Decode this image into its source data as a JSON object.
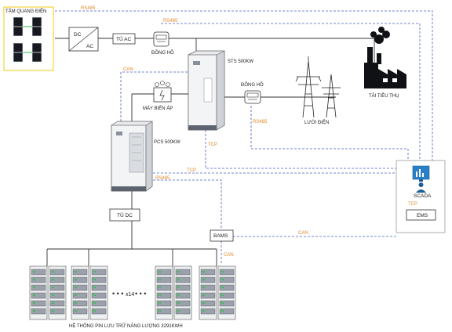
{
  "nodes": {
    "pv": "TẤM QUANG ĐIỆN",
    "dcac_dc": "DC",
    "dcac_ac": "AC",
    "tu_ac": "TỦ AC",
    "meter_top": "ĐỒNG HỒ",
    "sts": "STS 500KW",
    "meter_right": "ĐỒNG HỒ",
    "load": "TẢI TIÊU THỤ",
    "transformer": "MÁY BIẾN ÁP",
    "grid": "LƯỚI ĐIỆN",
    "pcs": "PCS 500KW",
    "scada": "SCADA",
    "ems": "EMS",
    "tu_dc": "TỦ DC",
    "bams": "BAMS",
    "racks_multiplier": "x14",
    "battery_system": "HỆ THỐNG PIN LƯU TRỮ NĂNG LƯỢNG 3291KWH"
  },
  "links": {
    "rs485_pv": "RS485",
    "rs485_meter": "RS485",
    "can_pcs": "CAN",
    "rs485_meter_right": "RS485",
    "tcp_sts": "TCP",
    "tcp_pcs": "TCP",
    "rs485_pcs": "RS485",
    "tcp_scada": "TCP",
    "can_bams": "CAN",
    "can_bams_down": "CAN"
  },
  "colors": {
    "comm_link": "#4a5fc4",
    "power_line": "#333333",
    "signal_label": "#e08a2a",
    "pv_border": "#f2d43a"
  }
}
